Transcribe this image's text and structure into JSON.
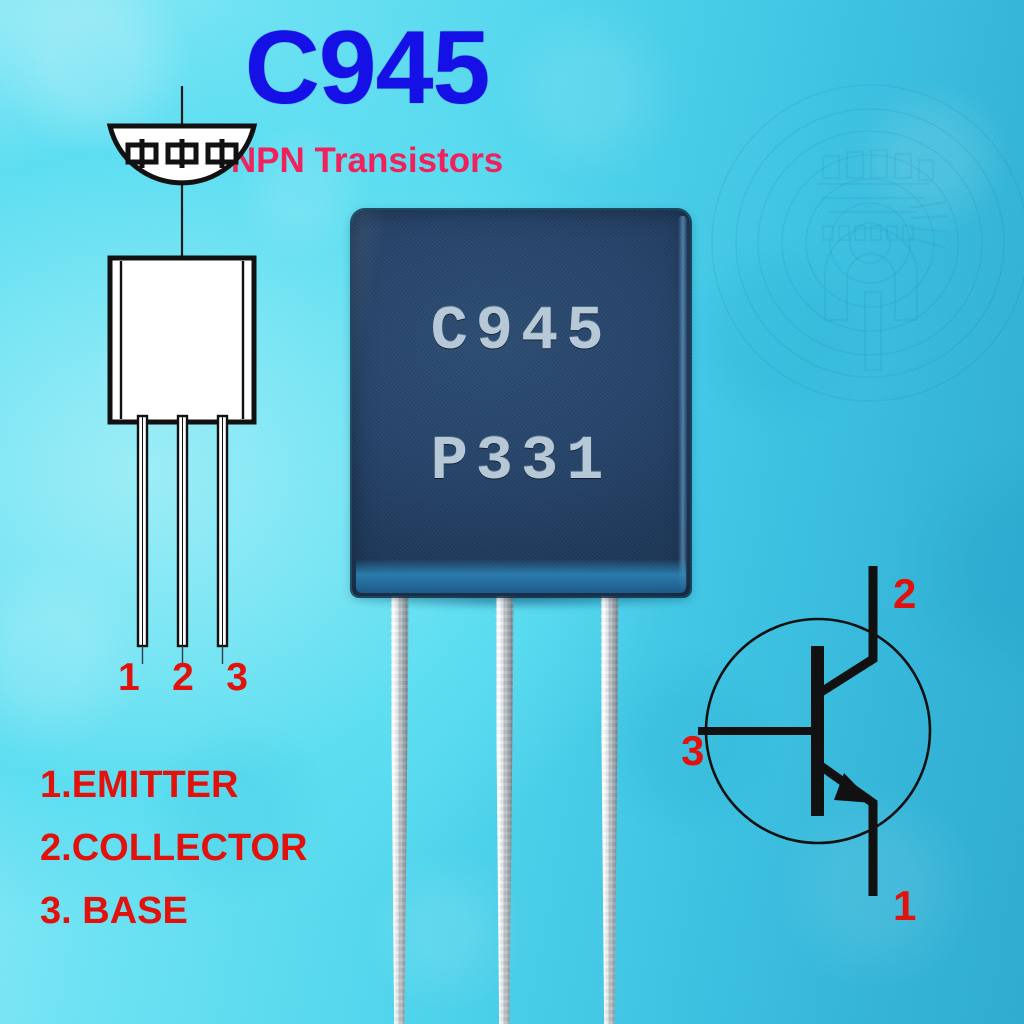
{
  "page": {
    "title": "C945",
    "subtitle": "NPN Transistors",
    "title_color": "#1510E6",
    "subtitle_color": "#F0215C",
    "label_color": "#E2110B",
    "background_color_left": "#8FE9F6",
    "background_color_right": "#2FAACF"
  },
  "package_drawing": {
    "name": "TO-92 outline",
    "top_view_label": "D-shaped top view with three pin holes",
    "pin_numbers": [
      "1",
      "2",
      "3"
    ],
    "pin_hole_count": 3
  },
  "photo": {
    "body_color": "#27456B",
    "marking_line_1": "C945",
    "marking_line_2": "P331",
    "marking_color": "#C3D3DF",
    "lead_count": 3,
    "lead_color": "#B9BFC4"
  },
  "schematic": {
    "type": "NPN bipolar junction transistor",
    "collector_pin": "2",
    "emitter_pin": "1",
    "base_pin": "3"
  },
  "legend": {
    "items": [
      {
        "text": "1.EMITTER"
      },
      {
        "text": "2.COLLECTOR"
      },
      {
        "text": "3. BASE"
      }
    ]
  }
}
